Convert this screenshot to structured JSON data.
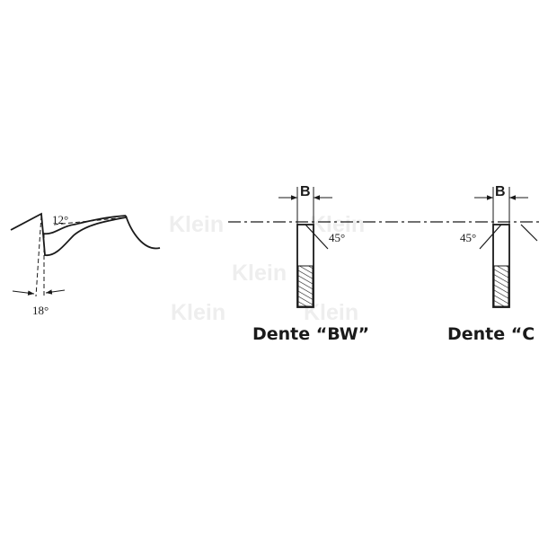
{
  "diagram": {
    "tooth_profile": {
      "hook_angle": "12°",
      "clearance_angle": "18°"
    },
    "tooth_bw": {
      "width_label": "B",
      "bevel_angle": "45°",
      "caption": "Dente “BW”"
    },
    "tooth_second": {
      "width_label": "B",
      "bevel_angle": "45°",
      "caption": "Dente “C"
    },
    "watermark": {
      "text": "Klein"
    }
  }
}
